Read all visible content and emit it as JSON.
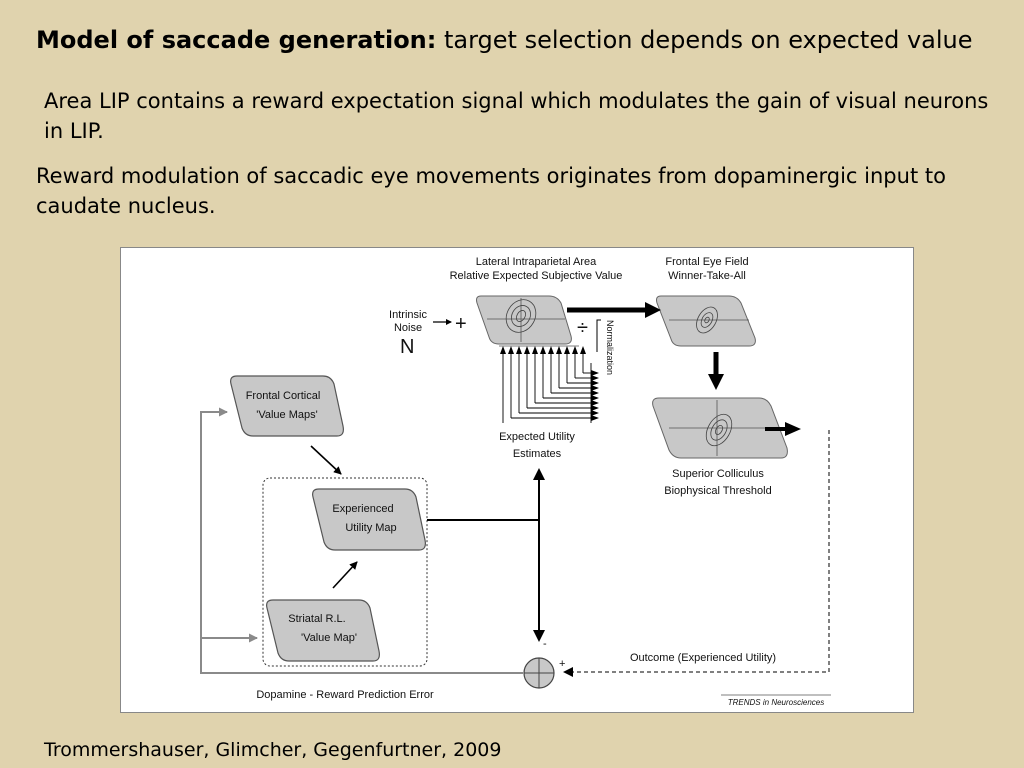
{
  "slide": {
    "title_bold": "Model of saccade generation:",
    "title_rest": " target selection depends on expected value",
    "paragraph1": "Area LIP contains a reward expectation signal which modulates the gain of visual neurons in LIP.",
    "paragraph2": "Reward modulation of saccadic eye movements originates from dopaminergic input to caudate nucleus.",
    "citation": "Trommershauser, Glimcher, Gegenfurtner, 2009"
  },
  "diagram": {
    "lip_line1": "Lateral Intraparietal Area",
    "lip_line2": "Relative Expected Subjective Value",
    "fef_line1": "Frontal Eye Field",
    "fef_line2": "Winner-Take-All",
    "sc_line1": "Superior Colliculus",
    "sc_line2": "Biophysical Threshold",
    "noise_line1": "Intrinsic",
    "noise_line2": "Noise",
    "noise_symbol": "N",
    "plus_sign": "+",
    "divide_sign": "÷",
    "normalization": "Normalization",
    "eu_line1": "Expected Utility",
    "eu_line2": "Estimates",
    "fc_line1": "Frontal Cortical",
    "fc_line2": "'Value Maps'",
    "exp_line1": "Experienced",
    "exp_line2": "Utility Map",
    "str_line1": "Striatal R.L.",
    "str_line2": "'Value Map'",
    "minus_mark": "-",
    "plus_mark": "+",
    "outcome": "Outcome (Experienced Utility)",
    "dopamine": "Dopamine - Reward Prediction Error",
    "journal": "TRENDS in Neurosciences"
  },
  "colors": {
    "background": "#e0d3ae",
    "box_fill": "#c8c8c8",
    "gray_line": "#8a8a8a"
  }
}
